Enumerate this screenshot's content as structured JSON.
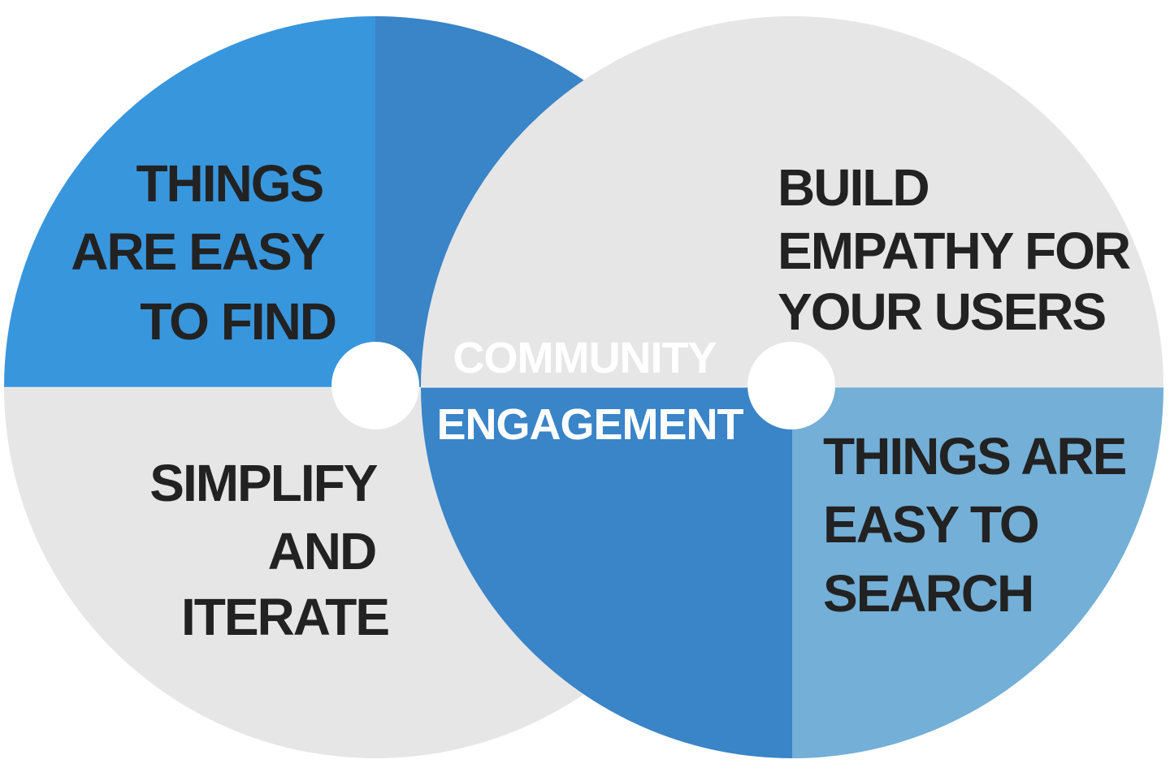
{
  "colors": {
    "bright_blue": "#3896dd",
    "mid_blue": "#3a84c8",
    "light_blue": "#73afd6",
    "light_gray": "#e6e6e6",
    "dark_text": "#222222",
    "white_text": "#ffffff"
  },
  "quadrants": {
    "top_left": {
      "lines": [
        "THINGS",
        "ARE EASY",
        "TO FIND"
      ]
    },
    "bottom_left": {
      "lines": [
        "SIMPLIFY",
        "AND",
        "ITERATE"
      ]
    },
    "top_right": {
      "lines": [
        "BUILD",
        "EMPATHY FOR",
        "YOUR USERS"
      ]
    },
    "bottom_right": {
      "lines": [
        "THINGS ARE",
        "EASY TO",
        "SEARCH"
      ]
    }
  },
  "center": {
    "lines": [
      "COMMUNITY",
      "ENGAGEMENT"
    ]
  }
}
